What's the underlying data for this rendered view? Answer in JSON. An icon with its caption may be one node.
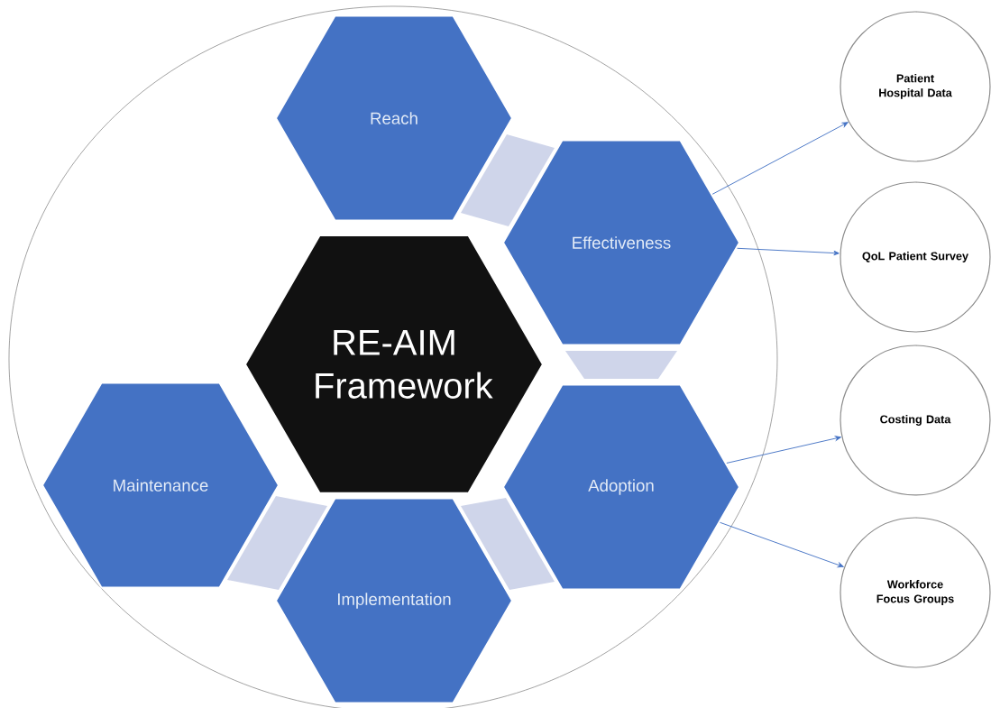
{
  "diagram": {
    "nodes": [
      {
        "text": [],
        "shape": "circle"
      },
      {
        "text": [
          "Reach"
        ],
        "in": 0
      },
      {
        "text": [
          "Effectiveness"
        ],
        "in": 0
      },
      {
        "text": [
          "RE-AIM Framework"
        ],
        "in": 0
      },
      {
        "text": [
          "Maintenance"
        ],
        "in": 0
      },
      {
        "text": [
          "Adoption"
        ],
        "in": 0
      },
      {
        "text": [
          "Implementation"
        ],
        "in": 0
      },
      {
        "text": [
          "Patient Hospital Data"
        ]
      },
      {
        "text": [
          "QoL Patient Survey"
        ]
      },
      {
        "text": [
          "Costing Data"
        ]
      },
      {
        "text": [
          "Workforce Focus Groups"
        ]
      },
      {
        "text": [],
        "shape": "trapezoid",
        "in": 0
      },
      {
        "text": [],
        "shape": "trapezoid",
        "in": 0
      },
      {
        "text": [],
        "shape": "trapezoid",
        "in": 0
      },
      {
        "text": [],
        "shape": "trapezoid",
        "in": 0
      }
    ],
    "edges": [
      {
        "from": 2,
        "to": 7,
        "arrow": "to"
      },
      {
        "from": 2,
        "to": 8,
        "arrow": "to"
      },
      {
        "from": 5,
        "to": 9,
        "arrow": "to"
      },
      {
        "from": 5,
        "to": 10,
        "arrow": "to"
      }
    ]
  }
}
